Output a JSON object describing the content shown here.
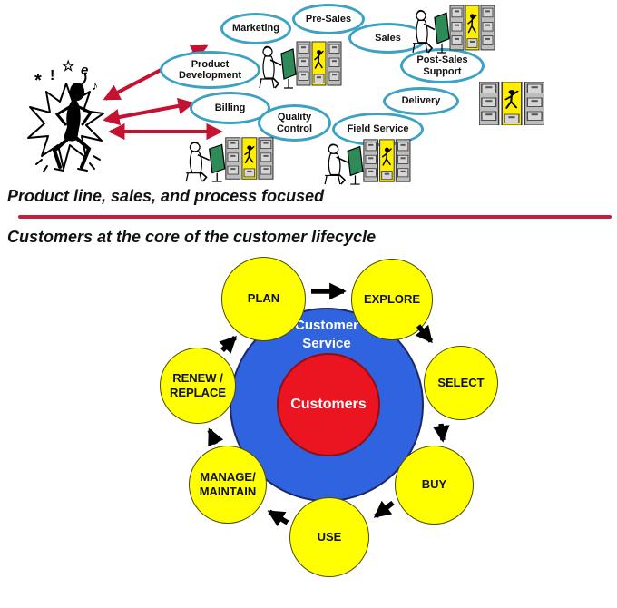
{
  "captions": {
    "top": "Product line, sales, and process focused",
    "bottom": "Customers at the core of the customer lifecycle"
  },
  "colors": {
    "divider_red": "#c41f3c",
    "feedback_arrow_red": "#c41230",
    "oval_border_teal": "#3ba2c4",
    "stage_yellow": "#ffff00",
    "service_blue": "#2f63e0",
    "customers_red": "#ea1520",
    "flow_arrow_black": "#000000"
  },
  "process_map": {
    "ovals": [
      {
        "label": "Marketing"
      },
      {
        "label": "Pre-Sales"
      },
      {
        "label": "Sales"
      },
      {
        "label": "Post-Sales\nSupport"
      },
      {
        "label": "Product\nDevelopment"
      },
      {
        "label": "Billing"
      },
      {
        "label": "Quality\nControl"
      },
      {
        "label": "Delivery"
      },
      {
        "label": "Field Service"
      }
    ],
    "frustration_symbols": [
      "*",
      "!",
      "☆",
      "e",
      "♪"
    ]
  },
  "lifecycle": {
    "center_outer_label": "Customer\nService",
    "center_inner_label": "Customers",
    "stages": [
      {
        "label": "PLAN"
      },
      {
        "label": "EXPLORE"
      },
      {
        "label": "SELECT"
      },
      {
        "label": "BUY"
      },
      {
        "label": "USE"
      },
      {
        "label": "MANAGE/\nMAINTAIN"
      },
      {
        "label": "RENEW /\nREPLACE"
      }
    ]
  }
}
